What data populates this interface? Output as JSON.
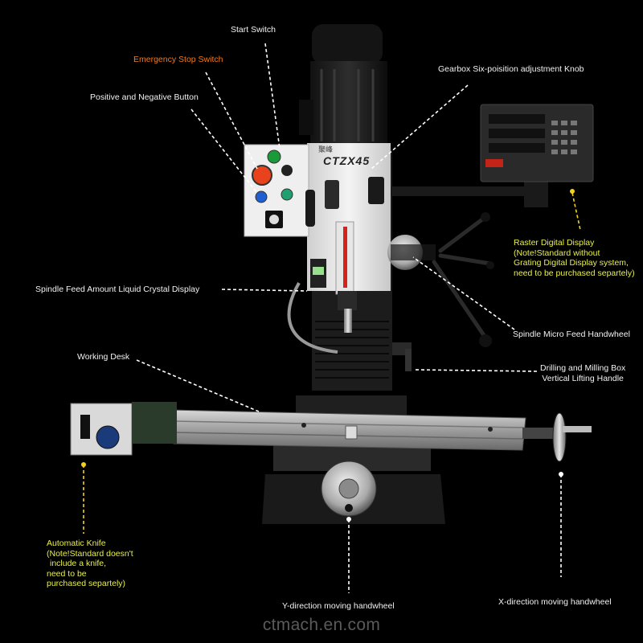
{
  "labels": {
    "start_switch": "Start Switch",
    "emergency_stop": "Emergency Stop Switch",
    "positive_negative": "Positive and Negative Button",
    "gearbox_knob": "Gearbox Six-poisition adjustment Knob",
    "raster_display": [
      "Raster Digital Display",
      "(Note!Standard without",
      "Grating Digital Display system,",
      "need to be purchased separtely)"
    ],
    "spindle_lcd": "Spindle Feed Amount Liquid Crystal Display",
    "spindle_micro": "Spindle Micro Feed Handwheel",
    "working_desk": "Working Desk",
    "lifting_handle": [
      "Drilling and Milling Box",
      "Vertical Lifting Handle"
    ],
    "auto_knife": [
      "Automatic Knife",
      "(Note!Standard doesn't",
      "include a knife,",
      "need to be",
      "purchased separtely)"
    ],
    "y_handwheel": "Y-direction moving handwheel",
    "x_handwheel": "X-direction moving handwheel"
  },
  "machine": {
    "model": "CTZX45",
    "brand_mark": "聚峰"
  },
  "watermark": "ctmach.en.com",
  "colors": {
    "background": "#000000",
    "label_default": "#f2f2f2",
    "label_emergency": "#f07a1c",
    "label_optional": "#e8f04a",
    "leader_white": "#ffffff",
    "leader_yellow": "#f2d21a",
    "emergency_button": "#e8431c",
    "start_button": "#1b9a3a",
    "reverse_button": "#1f5fd0",
    "forward_button": "#20a070"
  }
}
